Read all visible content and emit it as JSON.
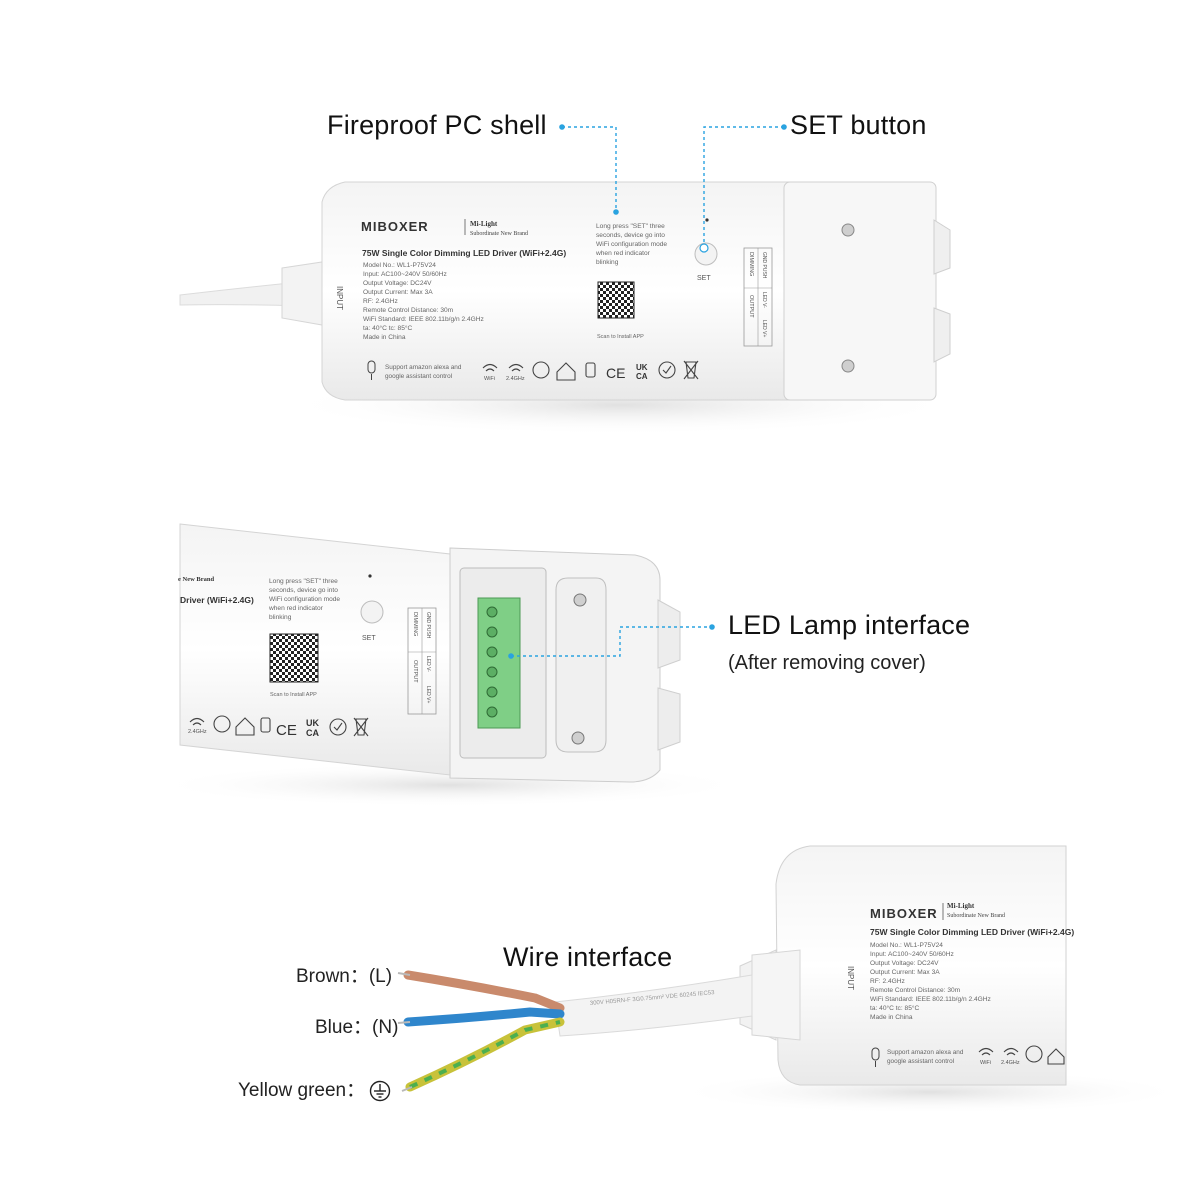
{
  "callouts": {
    "fireproof_shell": "Fireproof PC shell",
    "set_button": "SET button",
    "led_lamp_interface": "LED Lamp interface",
    "led_lamp_note": "(After removing cover)",
    "wire_interface": "Wire interface"
  },
  "wires": {
    "brown": "Brown：(L)",
    "blue": "Blue：(N)",
    "yellow_green": "Yellow green：",
    "ground_icon": "ground-symbol-icon"
  },
  "product": {
    "brand": "MIBOXER",
    "subbrand_line1": "Mi-Light",
    "subbrand_line2": "Subordinate New Brand",
    "title": "75W Single Color Dimming LED Driver (WiFi+2.4G)",
    "title_partial": "Driver (WiFi+2.4G)",
    "specs": [
      "Model No.: WL1-P75V24",
      "Input: AC100~240V  50/60Hz",
      "Output Voltage: DC24V",
      "Output Current: Max 3A",
      "RF: 2.4GHz",
      "Remote Control Distance: 30m",
      "WiFi Standard: IEEE 802.11b/g/n  2.4GHz",
      "ta: 40°C   tc: 85°C",
      "Made in China"
    ],
    "set_instructions": [
      "Long press \"SET\" three",
      "seconds, device go into",
      "WiFi configuration mode",
      "when red indicator",
      "blinking"
    ],
    "set_label": "SET",
    "qr_caption": "Scan to Install APP",
    "input_label": "INPUT",
    "voice_line1": "Support amazon alexa and",
    "voice_line2": "google assistant control",
    "wifi_label": "WiFi",
    "rf_label": "2.4GHz",
    "cert_ce": "CE",
    "cert_ukca_1": "UK",
    "cert_ukca_2": "CA",
    "terminal_dimming": "DIMMING",
    "terminal_gnd": "GND PUSH",
    "terminal_output": "OUTPUT",
    "terminal_ledminus": "LED V-",
    "terminal_ledplus": "LED V+",
    "brand_partial": "e New Brand",
    "cable_print": "300V  H05RN-F  3G0.75mm²  VDE  60245  IEC53"
  },
  "colors": {
    "callout_line": "#2aa3e0",
    "terminal_green": "#7fcf86",
    "wire_brown": "#c98a6c",
    "wire_blue": "#2f86cc",
    "wire_yellow": "#c8c23a",
    "wire_green": "#4caf50"
  }
}
